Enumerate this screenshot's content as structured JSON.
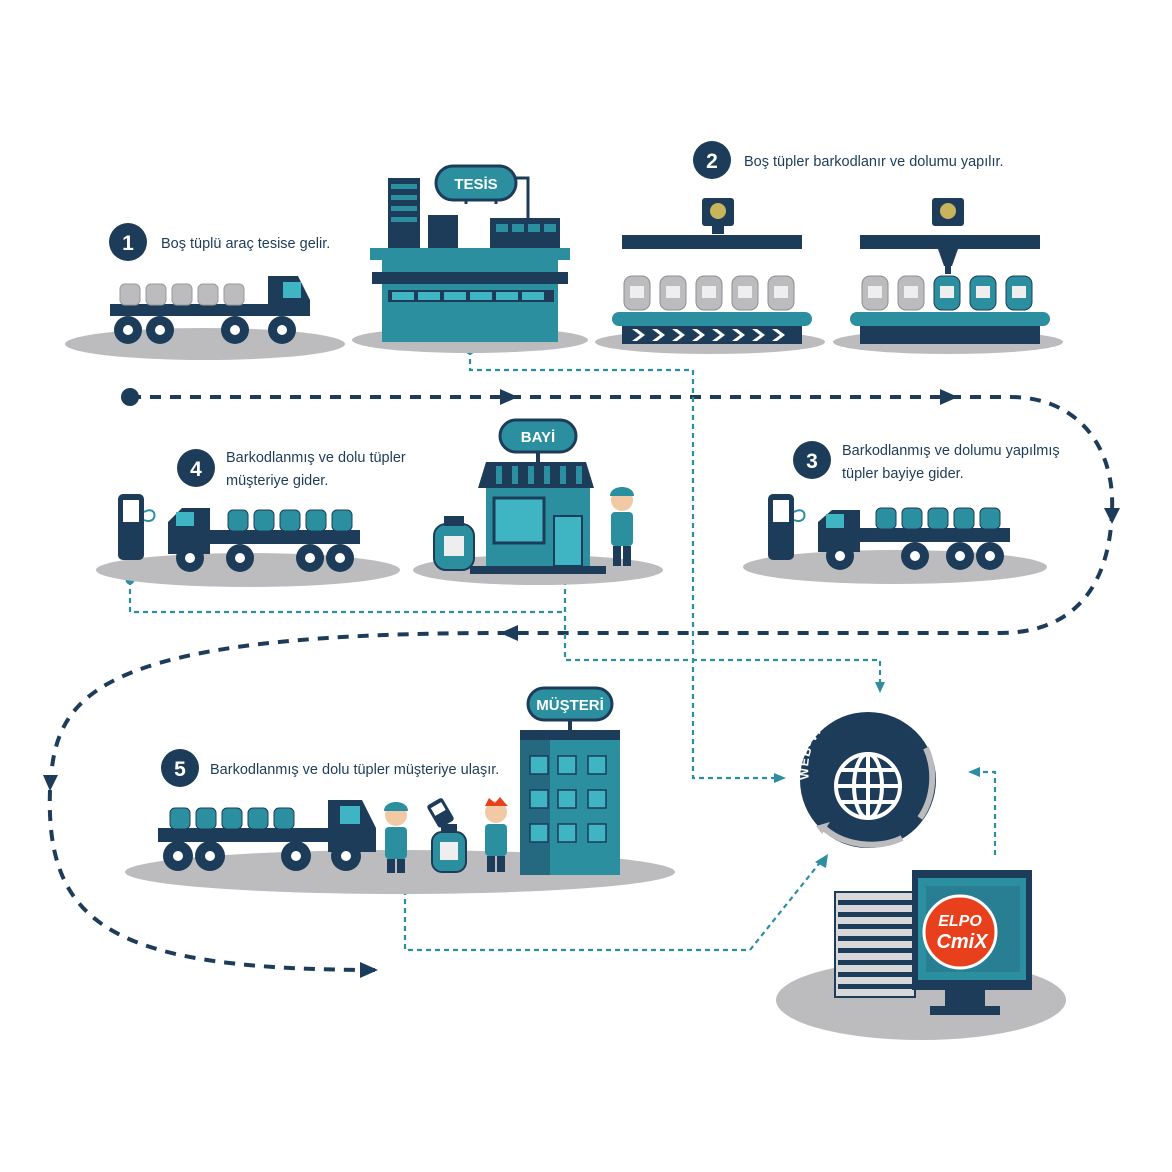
{
  "steps": [
    {
      "number": "1",
      "line1": "Boş tüplü araç tesise gelir."
    },
    {
      "number": "2",
      "line1": "Boş tüpler barkodlanır ve dolumu yapılır."
    },
    {
      "number": "3",
      "line1": "Barkodlanmış ve dolumu yapılmış",
      "line2": "tüpler bayiye gider."
    },
    {
      "number": "4",
      "line1": "Barkodlanmış ve dolu tüpler",
      "line2": "müşteriye gider."
    },
    {
      "number": "5",
      "line1": "Barkodlanmış ve dolu tüpler müşteriye ulaşır."
    }
  ],
  "signs": {
    "facility": "TESİS",
    "dealer": "BAYİ",
    "customer": "MÜŞTERİ"
  },
  "network": {
    "label": "WEB-VPN-GPRS"
  },
  "logo": {
    "line1": "ELPO",
    "line2": "CmiX"
  },
  "colors": {
    "navy": "#1d3c59",
    "teal": "#2b8fa0",
    "teal_light": "#3fb5c4",
    "grey": "#bcbcbe",
    "logo_red": "#e8401c"
  }
}
